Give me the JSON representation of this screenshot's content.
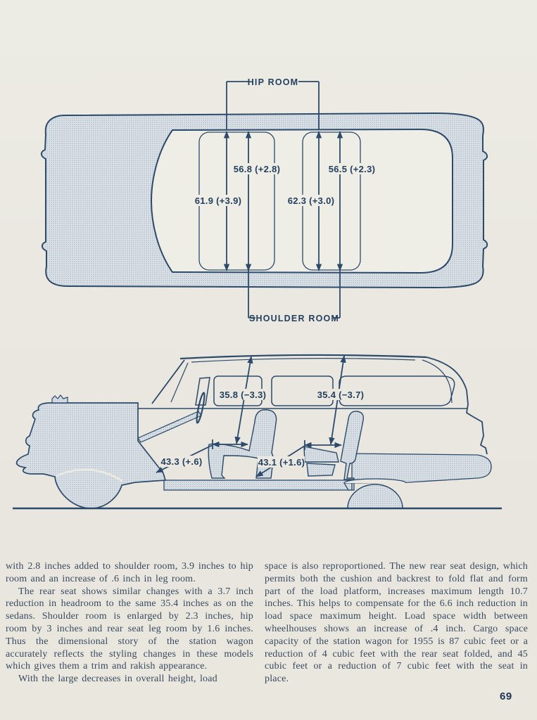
{
  "page": {
    "number": "69"
  },
  "colors": {
    "ink": "#2c4a6a",
    "halftone_dot": "#a2b4c6",
    "paper": "#eae8e1",
    "body_text": "#384a5f"
  },
  "top_view": {
    "hip_room_label": "HIP ROOM",
    "shoulder_room_label": "SHOULDER ROOM",
    "front_hip_room": "61.9 (+3.9)",
    "front_shoulder_room": "56.8 (+2.8)",
    "rear_hip_room": "62.3 (+3.0)",
    "rear_shoulder_room": "56.5 (+2.3)"
  },
  "side_view": {
    "front_headroom": "35.8 (−3.3)",
    "rear_headroom": "35.4 (−3.7)",
    "front_leg_room": "43.3 (+.6)",
    "rear_leg_room": "43.1 (+1.6)"
  },
  "article": {
    "left_column": {
      "para1": "with 2.8 inches added to shoulder room, 3.9 inches to hip room and an increase of .6 inch in leg room.",
      "para2": "The rear seat shows similar changes with a 3.7 inch reduction in headroom to the same 35.4 inches as on the sedans. Shoulder room is enlarged by 2.3 inches, hip room by 3 inches and rear seat leg room by 1.6 inches. Thus the dimensional story of the station wagon accurately reflects the styling changes in these models which gives them a trim and rakish appearance.",
      "para3": "With the large decreases in overall height, load"
    },
    "right_column": {
      "para1": "space is also reproportioned.  The new rear seat design, which permits both the cushion and backrest to fold flat and form part of the load platform, increases maximum length 10.7 inches.  This helps to compensate for the 6.6 inch reduction in load space maximum height.  Load space width between wheelhouses shows an increase of .4 inch.  Cargo space capacity of the station wagon for 1955 is 87 cubic feet or a reduction of 4 cubic feet with the rear seat folded, and 45 cubic feet or a reduction of 7 cubic feet with the seat in place."
    }
  }
}
